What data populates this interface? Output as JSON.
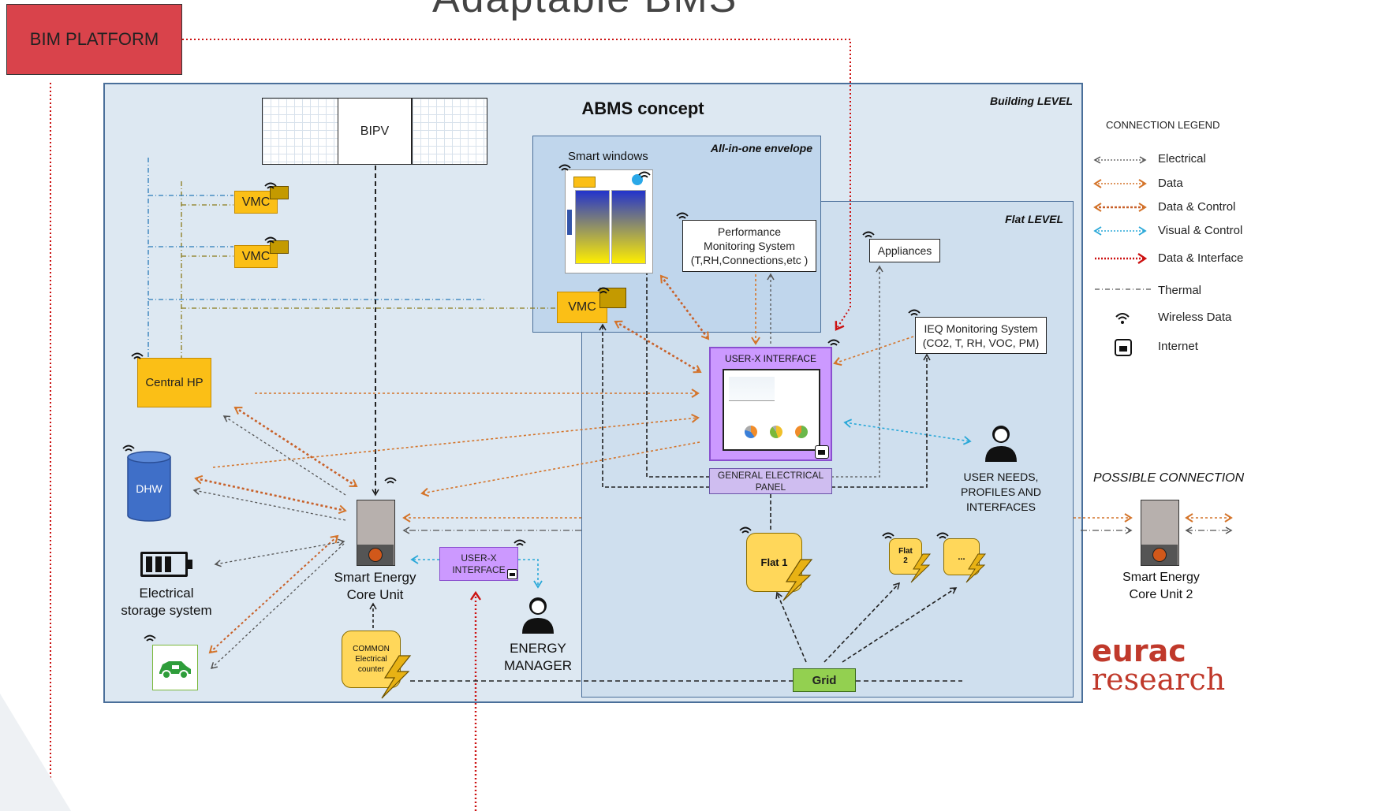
{
  "title": "Adaptable BMS",
  "bim_platform": "BIM PLATFORM",
  "abms_concept": "ABMS concept",
  "building_level": "Building LEVEL",
  "flat_level": "Flat LEVEL",
  "all_in_one_envelope": "All-in-one envelope",
  "bipv": "BIPV",
  "smart_windows": "Smart windows",
  "vmc_1": "VMC",
  "vmc_2": "VMC",
  "vmc_3": "VMC",
  "performance_monitoring": [
    "Performance",
    "Monitoring System",
    "(T,RH,Connections,etc )"
  ],
  "appliances": "Appliances",
  "ieq_monitoring": [
    "IEQ Monitoring System",
    "(CO2, T, RH, VOC, PM)"
  ],
  "user_x_interface_main": "USER-X INTERFACE",
  "general_electrical_panel": [
    "GENERAL ELECTRICAL",
    "PANEL"
  ],
  "central_hp": "Central HP",
  "dhw": "DHW",
  "electrical_storage": [
    "Electrical",
    "storage system"
  ],
  "smart_energy_core_unit": [
    "Smart Energy",
    "Core Unit"
  ],
  "user_x_interface_small": [
    "USER-X",
    "INTERFACE"
  ],
  "energy_manager": [
    "ENERGY",
    "MANAGER"
  ],
  "common_counter": [
    "COMMON",
    "Electrical",
    "counter"
  ],
  "user_needs": [
    "USER NEEDS,",
    "PROFILES AND",
    "INTERFACES"
  ],
  "flat_1": "Flat 1",
  "flat_2": [
    "Flat",
    "2"
  ],
  "flat_more": "...",
  "grid": "Grid",
  "possible_connection": "POSSIBLE CONNECTION",
  "smart_energy_core_unit_2": [
    "Smart Energy",
    "Core Unit 2"
  ],
  "logo": [
    "eurac",
    "research"
  ],
  "legend": {
    "title": "CONNECTION LEGEND",
    "items": [
      {
        "label": "Electrical",
        "color": "#555555",
        "style": "electrical"
      },
      {
        "label": "Data",
        "color": "#d4742a",
        "style": "data"
      },
      {
        "label": "Data & Control",
        "color": "#c8612a",
        "style": "control"
      },
      {
        "label": "Visual & Control",
        "color": "#2aa8d8",
        "style": "visual"
      },
      {
        "label": "Data & Interface",
        "color": "#cc1111",
        "style": "interface"
      },
      {
        "label": "Thermal",
        "color": "#555555",
        "style": "thermal"
      },
      {
        "label": "Wireless Data",
        "icon": "wifi-icon"
      },
      {
        "label": "Internet",
        "icon": "ethernet-icon"
      }
    ]
  },
  "colors": {
    "building_bg": "#dde8f2",
    "building_border": "#4a6f9a",
    "flat_bg": "#cfdfee",
    "envelope_bg": "#c0d6ec",
    "bim_red": "#d9434b",
    "orange": "#fbbf16",
    "purple": "#cc99ff",
    "grid_green": "#93d050",
    "eurac_red": "#c0392b"
  }
}
